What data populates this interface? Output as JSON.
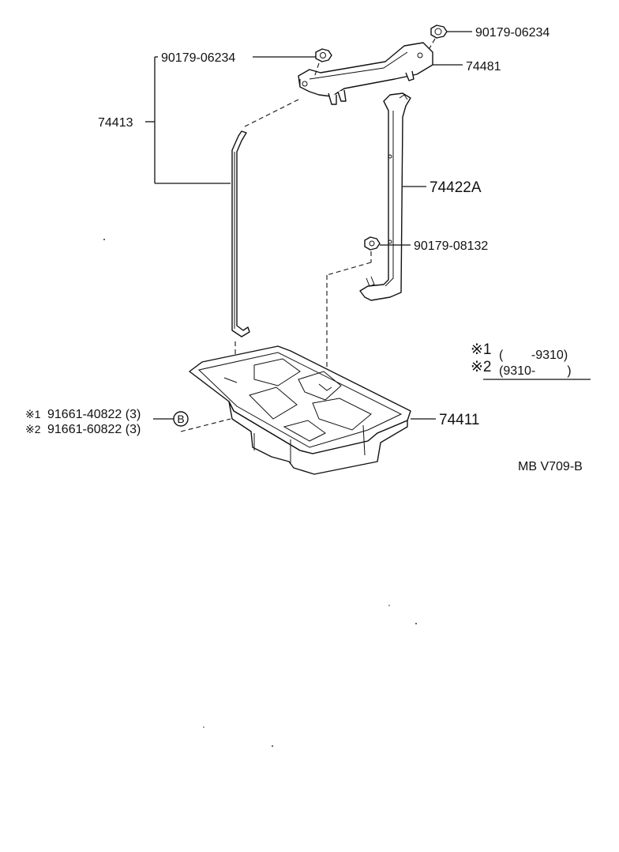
{
  "parts": {
    "nut_top_right": "90179-06234",
    "nut_top_left": "90179-06234",
    "clamp": "74481",
    "hold_down_rod": "74413",
    "bracket": "74422A",
    "nut_bracket": "90179-08132",
    "tray": "74411",
    "bolt_1": "91661-40822 (3)",
    "bolt_2": "91661-60822 (3)",
    "bolt_1_mark": "※1",
    "bolt_2_mark": "※2",
    "ref_circle": "B"
  },
  "legend": {
    "row1_mark": "※1",
    "row1_range": "(        -9310)",
    "row2_mark": "※2",
    "row2_range": "(9310-         )"
  },
  "figure_code": "MB V709-B",
  "icons": [
    "nut-icon",
    "clamp-icon",
    "rod-icon",
    "bracket-icon",
    "battery-tray-icon",
    "reference-circle-icon"
  ]
}
